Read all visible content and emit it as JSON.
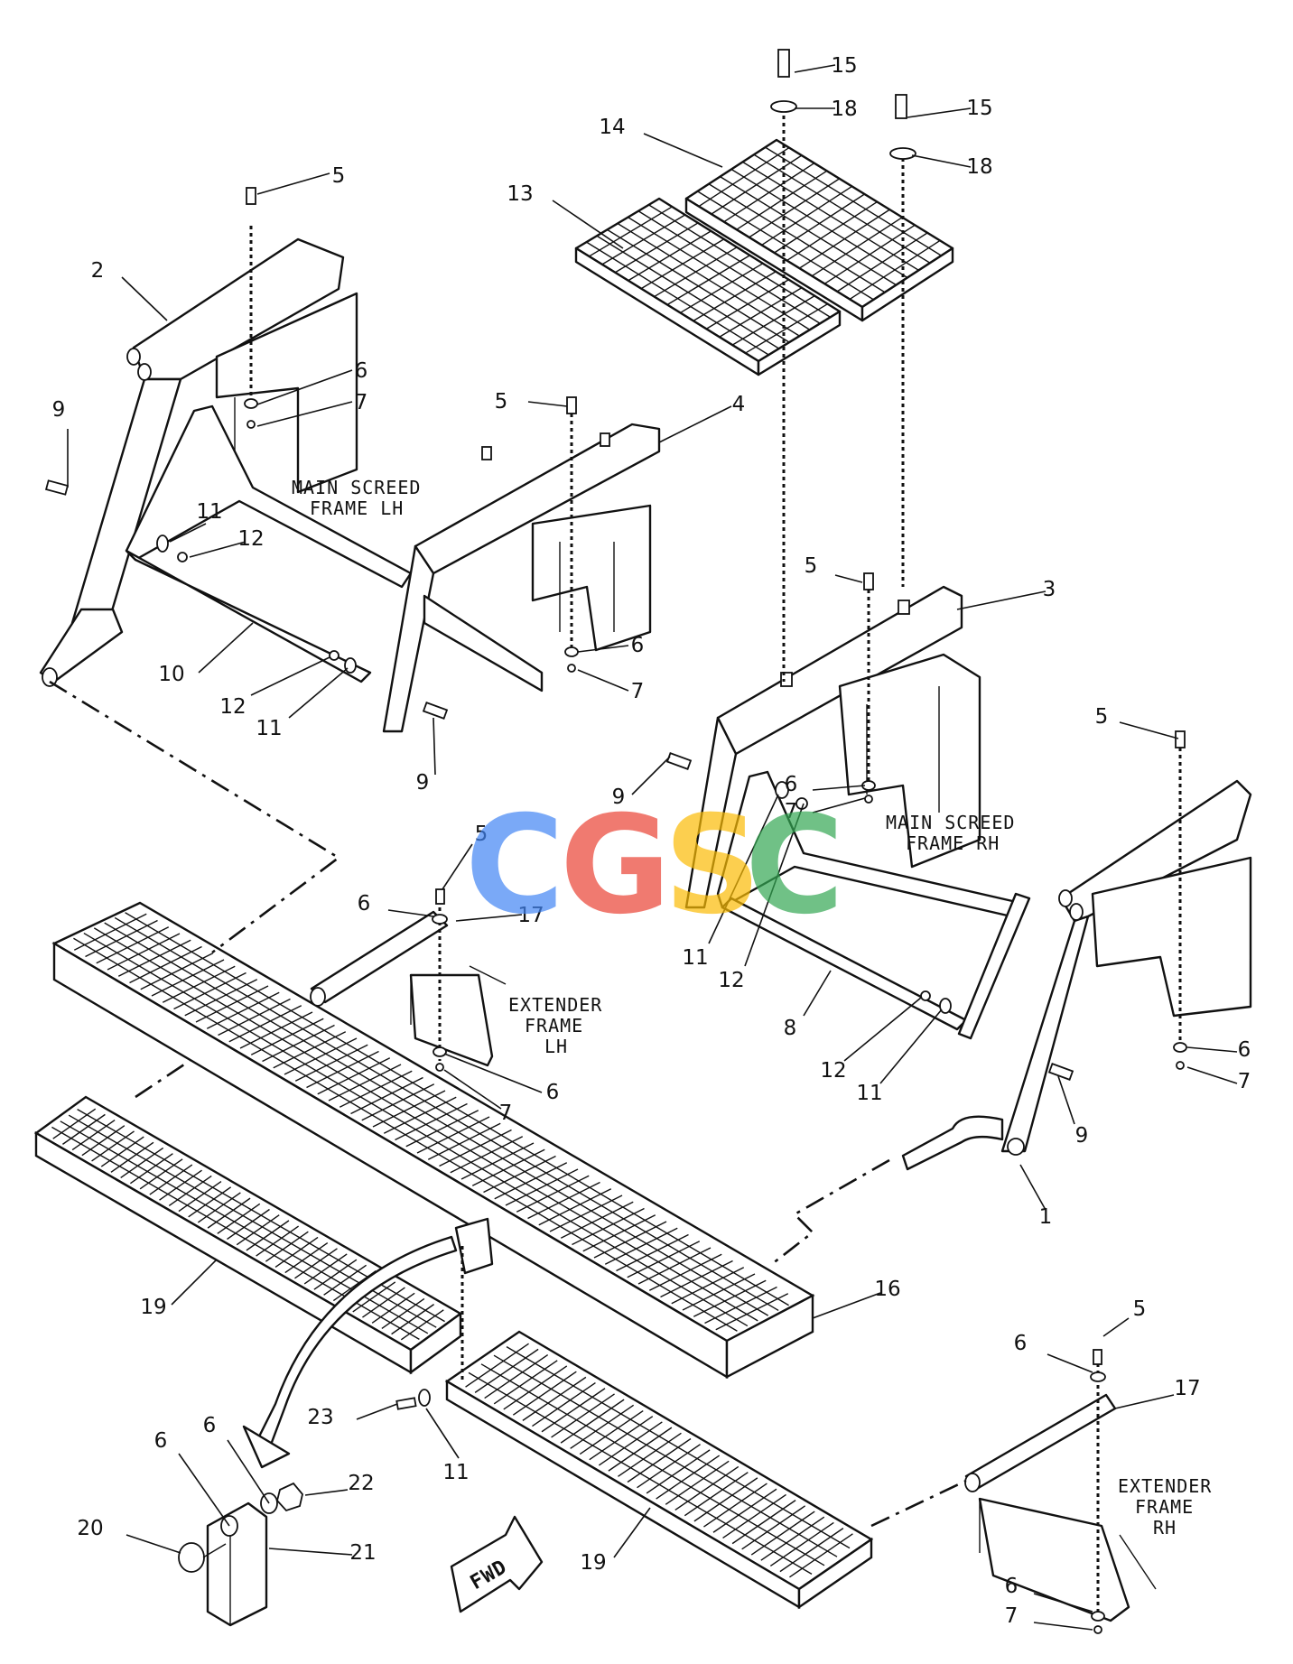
{
  "diagram": {
    "callouts": [
      {
        "id": "c15a",
        "text": "15"
      },
      {
        "id": "c18a",
        "text": "18"
      },
      {
        "id": "c15b",
        "text": "15"
      },
      {
        "id": "c14",
        "text": "14"
      },
      {
        "id": "c18b",
        "text": "18"
      },
      {
        "id": "c13",
        "text": "13"
      },
      {
        "id": "c5a",
        "text": "5"
      },
      {
        "id": "c2",
        "text": "2"
      },
      {
        "id": "c6a",
        "text": "6"
      },
      {
        "id": "c7a",
        "text": "7"
      },
      {
        "id": "c9a",
        "text": "9"
      },
      {
        "id": "c5b",
        "text": "5"
      },
      {
        "id": "c4",
        "text": "4"
      },
      {
        "id": "c11a",
        "text": "11"
      },
      {
        "id": "c12a",
        "text": "12"
      },
      {
        "id": "c5c",
        "text": "5"
      },
      {
        "id": "c3",
        "text": "3"
      },
      {
        "id": "c10",
        "text": "10"
      },
      {
        "id": "c6b",
        "text": "6"
      },
      {
        "id": "c12b",
        "text": "12"
      },
      {
        "id": "c7b",
        "text": "7"
      },
      {
        "id": "c11b",
        "text": "11"
      },
      {
        "id": "c5d",
        "text": "5"
      },
      {
        "id": "c9b",
        "text": "9"
      },
      {
        "id": "c6c",
        "text": "6"
      },
      {
        "id": "c9c",
        "text": "9"
      },
      {
        "id": "c7c",
        "text": "7"
      },
      {
        "id": "c5e",
        "text": "5"
      },
      {
        "id": "c6d",
        "text": "6"
      },
      {
        "id": "c17a",
        "text": "17"
      },
      {
        "id": "c11c",
        "text": "11"
      },
      {
        "id": "c12c",
        "text": "12"
      },
      {
        "id": "c8",
        "text": "8"
      },
      {
        "id": "c6e",
        "text": "6"
      },
      {
        "id": "c12d",
        "text": "12"
      },
      {
        "id": "c6f",
        "text": "6"
      },
      {
        "id": "c7d",
        "text": "7"
      },
      {
        "id": "c7e",
        "text": "7"
      },
      {
        "id": "c11d",
        "text": "11"
      },
      {
        "id": "c9d",
        "text": "9"
      },
      {
        "id": "c1",
        "text": "1"
      },
      {
        "id": "c16",
        "text": "16"
      },
      {
        "id": "c19a",
        "text": "19"
      },
      {
        "id": "c5f",
        "text": "5"
      },
      {
        "id": "c6g",
        "text": "6"
      },
      {
        "id": "c17b",
        "text": "17"
      },
      {
        "id": "c23",
        "text": "23"
      },
      {
        "id": "c6h",
        "text": "6"
      },
      {
        "id": "c6i",
        "text": "6"
      },
      {
        "id": "c22",
        "text": "22"
      },
      {
        "id": "c11e",
        "text": "11"
      },
      {
        "id": "c20",
        "text": "20"
      },
      {
        "id": "c21",
        "text": "21"
      },
      {
        "id": "c19b",
        "text": "19"
      },
      {
        "id": "c6j",
        "text": "6"
      },
      {
        "id": "c7f",
        "text": "7"
      }
    ],
    "notes": {
      "main_screed_lh": [
        "MAIN SCREED",
        "FRAME LH"
      ],
      "main_screed_rh": [
        "MAIN SCREED",
        "FRAME RH"
      ],
      "extender_lh": [
        "EXTENDER",
        "FRAME",
        "LH"
      ],
      "extender_rh": [
        "EXTENDER",
        "FRAME",
        "RH"
      ]
    },
    "fwd_label": "FWD"
  },
  "watermark": {
    "text": "CGSC",
    "colors": [
      "#4285f4",
      "#ea4335",
      "#fbbc05",
      "#34a853"
    ]
  }
}
